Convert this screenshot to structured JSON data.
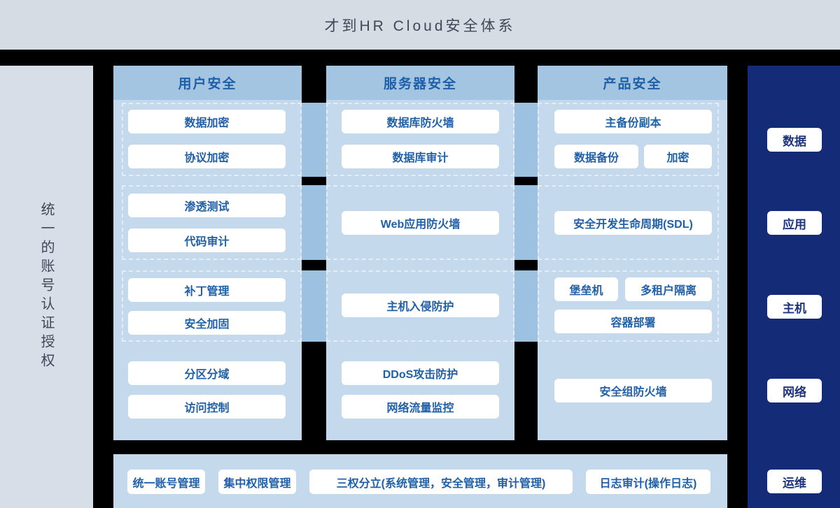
{
  "title": "才到HR Cloud安全体系",
  "left_panel": {
    "label": "统一的账号认证授权"
  },
  "columns": [
    {
      "title": "用户安全",
      "rows": [
        [
          "数据加密",
          "协议加密"
        ],
        [
          "渗透测试",
          "代码审计"
        ],
        [
          "补丁管理",
          "安全加固"
        ],
        [
          "分区分域",
          "访问控制"
        ]
      ]
    },
    {
      "title": "服务器安全",
      "rows": [
        [
          "数据库防火墙",
          "数据库审计"
        ],
        [
          "Web应用防火墙"
        ],
        [
          "主机入侵防护"
        ],
        [
          "DDoS攻击防护",
          "网络流量监控"
        ]
      ]
    },
    {
      "title": "产品安全",
      "rows": [
        [
          "主备份副本",
          "数据备份",
          "加密"
        ],
        [
          "安全开发生命周期(SDL)"
        ],
        [
          "堡垒机",
          "多租户隔离",
          "容器部署"
        ],
        [
          "安全组防火墙"
        ]
      ]
    }
  ],
  "right_panel": {
    "items": [
      "数据",
      "应用",
      "主机",
      "网络",
      "运维"
    ]
  },
  "bottom_bar": {
    "items": [
      "统一账号管理",
      "集中权限管理",
      "三权分立(系统管理，安全管理，审计管理)",
      "日志审计(操作日志)"
    ]
  },
  "colors": {
    "page_header": "#d6dce4",
    "left_panel": "#d8dee7",
    "column_header": "#a4c5e2",
    "column_body": "#c5d9ec",
    "connector": "#9dc2e1",
    "navy_panel": "#142c77",
    "accent_blue": "#2060a8"
  }
}
